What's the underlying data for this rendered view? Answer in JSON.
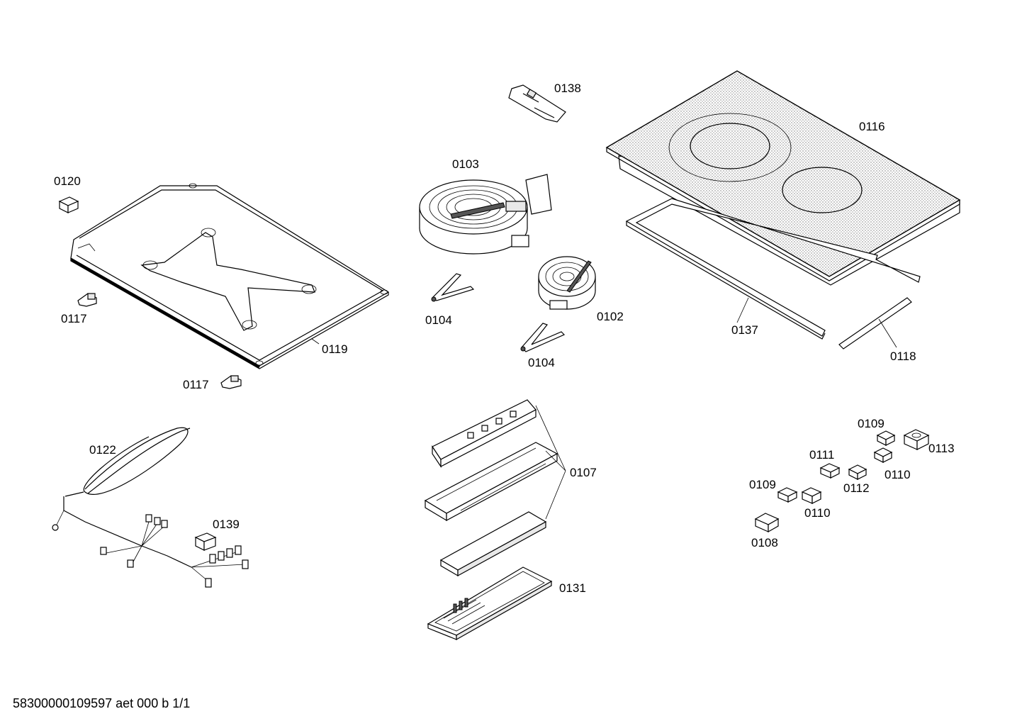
{
  "diagram": {
    "footer_text": "58300000109597 aet 000 b 1/1",
    "part_labels": {
      "p0138": "0138",
      "p0116": "0116",
      "p0103": "0103",
      "p0120": "0120",
      "p0117a": "0117",
      "p0119": "0119",
      "p0117b": "0117",
      "p0104a": "0104",
      "p0102": "0102",
      "p0104b": "0104",
      "p0137": "0137",
      "p0118": "0118",
      "p0122": "0122",
      "p0139": "0139",
      "p0107": "0107",
      "p0131": "0131",
      "p0109a": "0109",
      "p0113": "0113",
      "p0111": "0111",
      "p0110a": "0110",
      "p0112": "0112",
      "p0109b": "0109",
      "p0110b": "0110",
      "p0108": "0108"
    }
  }
}
